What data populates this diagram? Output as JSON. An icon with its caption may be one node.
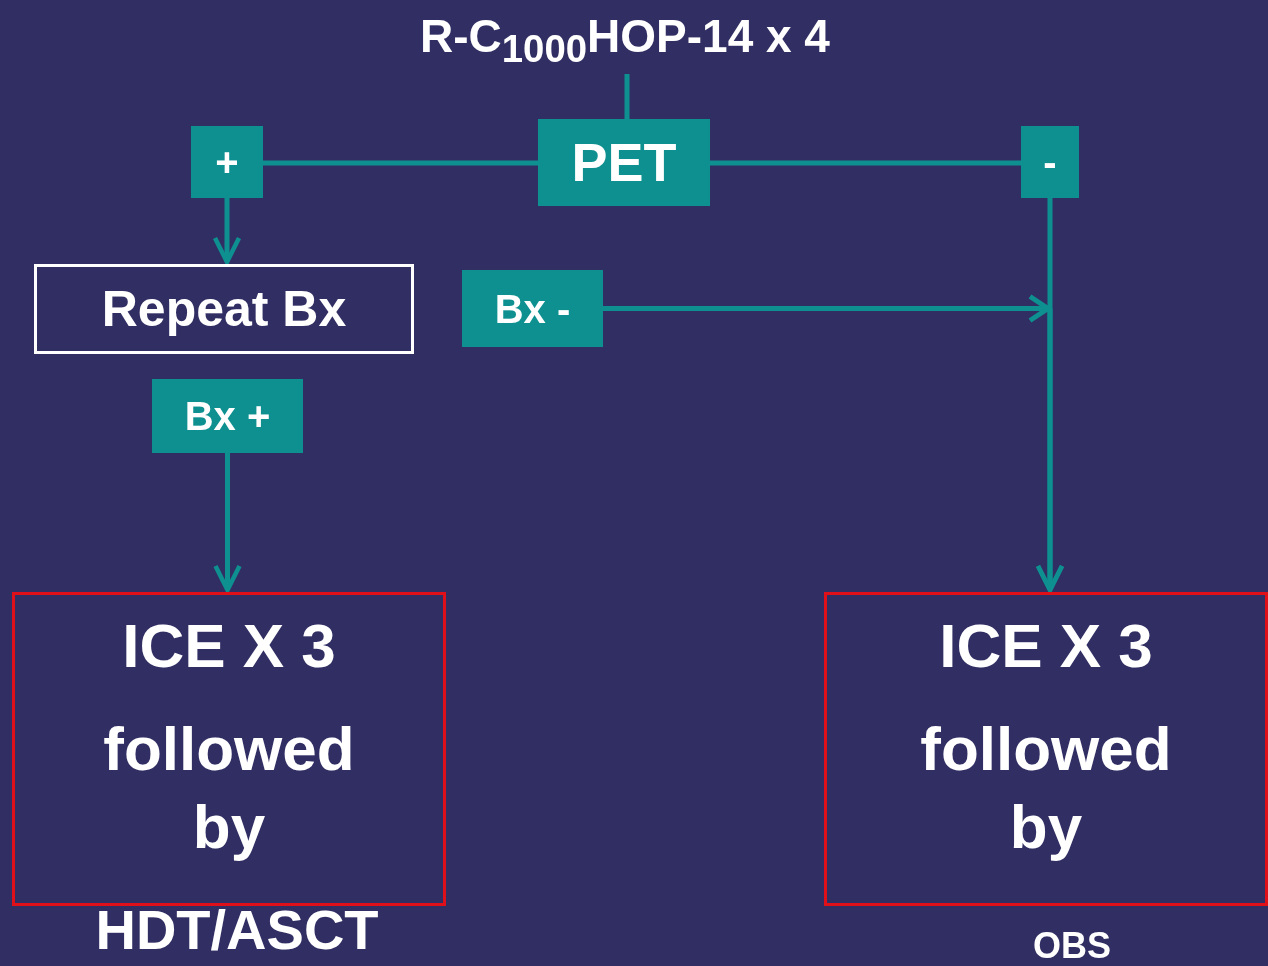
{
  "diagram": {
    "nodes": [
      {
        "text": [
          "R-C$_{1000}$HOP-14 x 4"
        ]
      },
      {
        "text": [
          "+"
        ]
      },
      {
        "text": [
          "PET"
        ]
      },
      {
        "text": [
          "-"
        ]
      },
      {
        "text": [
          "Repeat Bx"
        ]
      },
      {
        "text": [
          "Bx -"
        ]
      },
      {
        "text": [
          "Bx +"
        ]
      },
      {
        "text": [
          "ICE X 3",
          "followed by"
        ],
        "beside": [
          "HDT/ASCT"
        ]
      },
      {
        "text": [
          "ICE X 3",
          "followed by"
        ],
        "beside": [
          "OBS"
        ]
      }
    ],
    "edges": [
      {
        "from": 0,
        "to": 2,
        "arrow": "none"
      },
      {
        "from": 2,
        "to": 1,
        "arrow": "none"
      },
      {
        "from": 2,
        "to": 3,
        "arrow": "none"
      },
      {
        "from": 1,
        "to": 4,
        "arrow": "to"
      },
      {
        "from": 6,
        "to": 7,
        "arrow": "to"
      },
      {
        "from": 3,
        "to": 8,
        "arrow": "to"
      },
      {
        "from": 5,
        "to": 8,
        "arrow": "to"
      }
    ]
  }
}
